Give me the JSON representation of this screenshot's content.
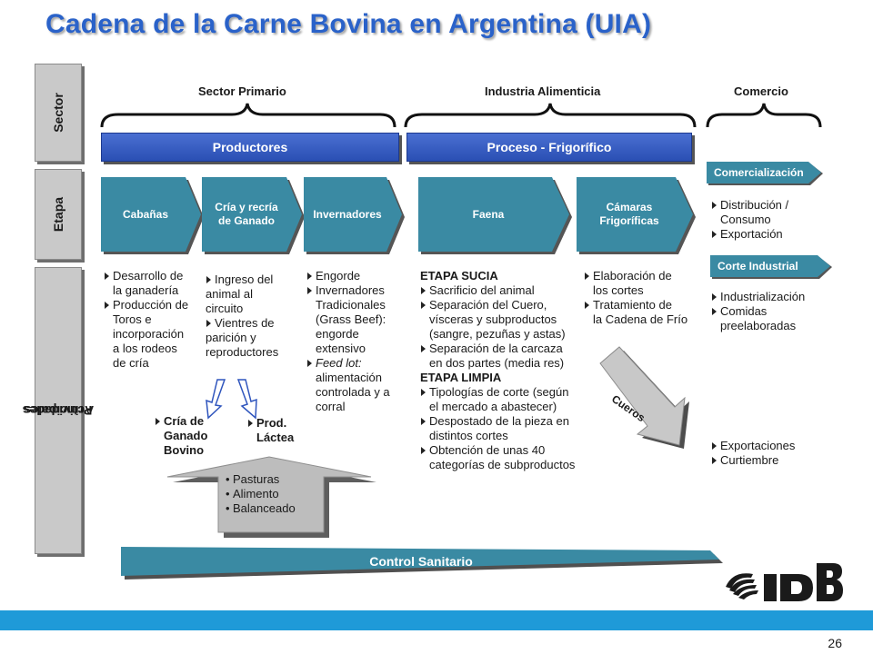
{
  "title": "Cadena de la Carne Bovina en Argentina (UIA)",
  "row_labels": {
    "sector": "Sector",
    "etapa": "Etapa",
    "actividades_1": "Principales",
    "actividades_2": "Actividades"
  },
  "sectors": {
    "primario": "Sector Primario",
    "industria": "Industria Alimenticia",
    "comercio": "Comercio"
  },
  "bars": {
    "productores": "Productores",
    "proceso": "Proceso - Frigorífico"
  },
  "stages": {
    "cabanas": "Cabañas",
    "cria_1": "Cría y recría",
    "cria_2": "de Ganado",
    "invernadores": "Invernadores",
    "faena": "Faena",
    "camaras_1": "Cámaras",
    "camaras_2": "Frigoríficas"
  },
  "tags": {
    "comercializacion": "Comercialización",
    "corte": "Corte Industrial"
  },
  "activities": {
    "cabanas": [
      "Desarrollo de",
      "la ganadería",
      "Producción de",
      "Toros e",
      "incorporación",
      "a los rodeos",
      "de cría"
    ],
    "cria": [
      "Ingreso del",
      "animal al",
      "circuito",
      "Vientres de",
      "parición y",
      "reproductores"
    ],
    "invernadores": [
      "Engorde",
      "Invernadores",
      "Tradicionales",
      "(Grass Beef):",
      "engorde",
      "extensivo",
      "Feed lot:",
      "alimentación",
      "controlada y a",
      "corral"
    ],
    "faena": [
      "ETAPA SUCIA",
      "Sacrificio del animal",
      "Separación del Cuero,",
      "vísceras y subproductos",
      "(sangre, pezuñas y astas)",
      "Separación de la carcaza",
      "en dos partes (media res)",
      "ETAPA LIMPIA",
      "Tipologías de corte (según",
      "el mercado a abastecer)",
      "Despostado de la pieza en",
      "distintos cortes",
      "Obtención de unas 40",
      "categorías de subproductos"
    ],
    "camaras": [
      "Elaboración de",
      "los cortes",
      "Tratamiento de",
      "la Cadena de Frío"
    ],
    "comercializacion": [
      "Distribución /",
      "Consumo",
      "Exportación"
    ],
    "corte": [
      "Industrialización",
      "Comidas",
      "preelaboradas"
    ],
    "cueros_dest": [
      "Exportaciones",
      "Curtiembre"
    ]
  },
  "outputs": {
    "cria_1": "Cría de",
    "cria_2": "Ganado",
    "cria_3": "Bovino",
    "prod_1": "Prod.",
    "prod_2": "Láctea"
  },
  "inputs": [
    "Pasturas",
    "Alimento",
    "Balanceado"
  ],
  "cueros": "Cueros",
  "control": "Control Sanitario",
  "logo_text": "IDB",
  "page_number": "26",
  "colors": {
    "title": "#2a62c9",
    "bar": "#2f55bd",
    "stage": "#3a8aa3",
    "footer": "#1f9ad8"
  }
}
